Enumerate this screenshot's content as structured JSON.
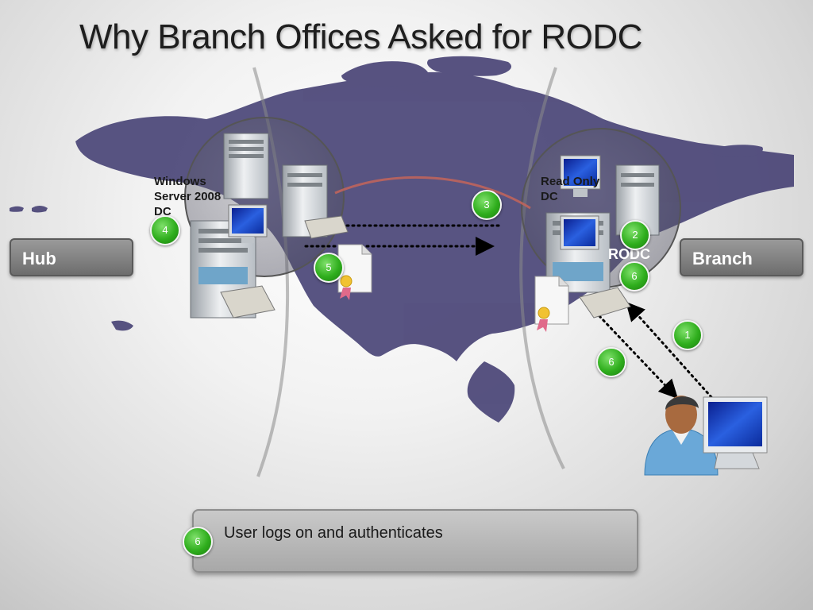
{
  "title": "Why Branch Offices Asked for RODC",
  "hub_label": "Hub",
  "branch_label": "Branch",
  "hub_dc_label": "Windows Server 2008 DC",
  "branch_dc_label": "Read Only DC",
  "rodc_label": "RODC",
  "steps": {
    "badge_hub": "4",
    "badge_wan": "3",
    "badge_cert": "5",
    "badge_branch_upper": "2",
    "badge_branch_lower": "6",
    "badge_user_1": "1",
    "badge_user_6": "6"
  },
  "caption": {
    "step": "6",
    "text": "User logs on and authenticates"
  },
  "colors": {
    "badge_green": "#2fae1d",
    "map_purple": "#4a4577",
    "side_box_gray": "#7d7d7d"
  }
}
